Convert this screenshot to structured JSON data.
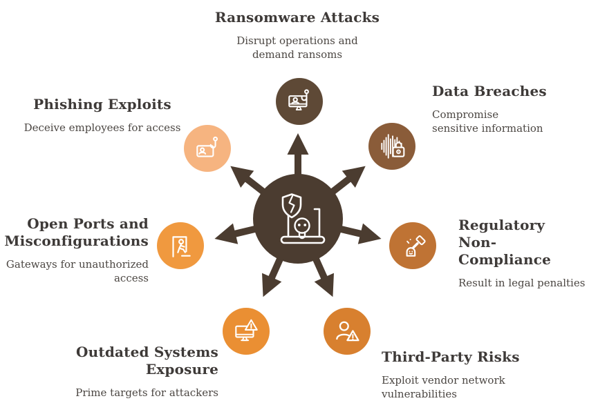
{
  "colors": {
    "background": "#ffffff",
    "hub": "#4B3C30",
    "title": "#3E3A38",
    "subtitle": "#4B4642",
    "icon_stroke": "#ffffff"
  },
  "center": {
    "icon": "cracked-shield-laptop-skull-icon",
    "arrow_count": 7
  },
  "nodes": [
    {
      "id": "ransomware",
      "title": "Ransomware Attacks",
      "subtitle": "Disrupt operations and demand ransoms",
      "color": "#5E4936",
      "icon": "monitor-phishing-hook-icon"
    },
    {
      "id": "data-breaches",
      "title": "Data Breaches",
      "subtitle": "Compromise sensitive information",
      "color": "#8A5C39",
      "icon": "waveform-padlock-icon"
    },
    {
      "id": "regulatory",
      "title": "Regulatory Non-Compliance",
      "subtitle": "Result in legal penalties",
      "color": "#BF7334",
      "icon": "gavel-strike-icon"
    },
    {
      "id": "third-party",
      "title": "Third-Party Risks",
      "subtitle": "Exploit vendor network vulnerabilities",
      "color": "#D8802F",
      "icon": "user-warning-icon"
    },
    {
      "id": "outdated",
      "title": "Outdated Systems Exposure",
      "subtitle": "Prime targets for attackers",
      "color": "#EA8F33",
      "icon": "monitor-warning-icon"
    },
    {
      "id": "open-ports",
      "title": "Open Ports and Misconfigurations",
      "subtitle": "Gateways for unauthorized access",
      "color": "#F0993F",
      "icon": "door-runner-icon"
    },
    {
      "id": "phishing",
      "title": "Phishing Exploits",
      "subtitle": "Deceive employees for access",
      "color": "#F6B480",
      "icon": "card-phishing-hook-icon"
    }
  ]
}
